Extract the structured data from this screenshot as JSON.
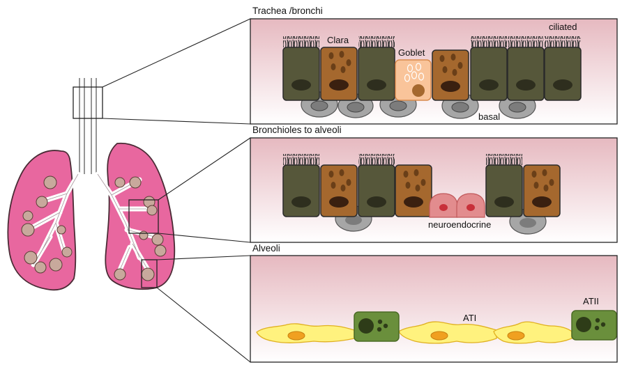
{
  "panels": [
    {
      "title": "Trachea /bronchi",
      "cell_labels": {
        "clara": "Clara",
        "goblet": "Goblet",
        "ciliated": "ciliated",
        "basal": "basal"
      }
    },
    {
      "title": "Bronchioles to alveoli",
      "cell_labels": {
        "neuroendocrine": "neuroendocrine"
      }
    },
    {
      "title": "Alveoli",
      "cell_labels": {
        "ati": "ATI",
        "atii": "ATII"
      }
    }
  ],
  "colors": {
    "lung_fill": "#e8679f",
    "lung_outline": "#4a2b35",
    "alveolar_cluster": "#c8a99c",
    "panel_gradient_top": "#e6b9c0",
    "panel_gradient_bottom": "#ffffff",
    "ciliated_cell": "#56573a",
    "clara_cell": "#a5682e",
    "goblet_cell": "#f9c49a",
    "basal_cell": "#a6a6a6",
    "neuroendocrine_cell": "#e28c8e",
    "ati_cell": "#fff27e",
    "atii_cell": "#6a8f3c",
    "outline": "#2a2a2a"
  }
}
